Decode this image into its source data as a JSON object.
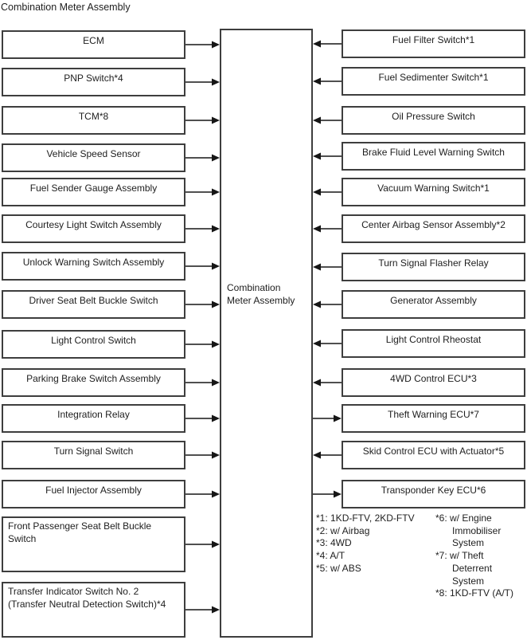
{
  "title": "Combination Meter Assembly",
  "center": {
    "label": "Combination Meter Assembly"
  },
  "left_column": [
    {
      "label": "ECM",
      "arrow": "to-center"
    },
    {
      "label": "PNP Switch*4",
      "arrow": "to-center"
    },
    {
      "label": "TCM*8",
      "arrow": "to-center"
    },
    {
      "label": "Vehicle Speed Sensor",
      "arrow": "to-center"
    },
    {
      "label": "Fuel Sender Gauge Assembly",
      "arrow": "to-center"
    },
    {
      "label": "Courtesy Light Switch Assembly",
      "arrow": "to-center"
    },
    {
      "label": "Unlock Warning Switch Assembly",
      "arrow": "to-center"
    },
    {
      "label": "Driver Seat Belt Buckle Switch",
      "arrow": "to-center"
    },
    {
      "label": "Light Control Switch",
      "arrow": "to-center"
    },
    {
      "label": "Parking Brake Switch Assembly",
      "arrow": "to-center"
    },
    {
      "label": "Integration Relay",
      "arrow": "to-center"
    },
    {
      "label": "Turn Signal Switch",
      "arrow": "to-center"
    },
    {
      "label": "Fuel Injector Assembly",
      "arrow": "to-center"
    },
    {
      "label": "Front Passenger Seat Belt Buckle Switch",
      "arrow": "to-center",
      "multiline": true
    },
    {
      "label": "Transfer Indicator Switch No. 2 (Transfer Neutral Detection Switch)*4",
      "arrow": "to-center",
      "multiline": true
    }
  ],
  "right_column": [
    {
      "label": "Fuel Filter Switch*1",
      "arrow": "to-center"
    },
    {
      "label": "Fuel Sedimenter Switch*1",
      "arrow": "to-center"
    },
    {
      "label": "Oil Pressure Switch",
      "arrow": "to-center"
    },
    {
      "label": "Brake Fluid Level Warning Switch",
      "arrow": "to-center"
    },
    {
      "label": "Vacuum Warning Switch*1",
      "arrow": "to-center"
    },
    {
      "label": "Center Airbag Sensor Assembly*2",
      "arrow": "to-center"
    },
    {
      "label": "Turn Signal Flasher Relay",
      "arrow": "to-center"
    },
    {
      "label": "Generator Assembly",
      "arrow": "to-center"
    },
    {
      "label": "Light Control Rheostat",
      "arrow": "to-center"
    },
    {
      "label": "4WD Control ECU*3",
      "arrow": "to-center"
    },
    {
      "label": "Theft Warning ECU*7",
      "arrow": "from-center"
    },
    {
      "label": "Skid Control ECU with Actuator*5",
      "arrow": "to-center"
    },
    {
      "label": "Transponder Key ECU*6",
      "arrow": "from-center"
    }
  ],
  "footnotes_left": [
    "*1: 1KD-FTV, 2KD-FTV",
    "*2: w/ Airbag",
    "*3: 4WD",
    "*4: A/T",
    "*5: w/ ABS"
  ],
  "footnotes_right": [
    {
      "text": "*6: w/ Engine",
      "indent": false
    },
    {
      "text": "Immobiliser",
      "indent": true
    },
    {
      "text": "System",
      "indent": true
    },
    {
      "text": "*7: w/ Theft",
      "indent": false
    },
    {
      "text": "Deterrent",
      "indent": true
    },
    {
      "text": "System",
      "indent": true
    },
    {
      "text": "*8: 1KD-FTV (A/T)",
      "indent": false
    }
  ],
  "colors": {
    "background": "#ffffff",
    "border": "#3e3e3e",
    "arrow": "#161616",
    "text": "#1e1e1e"
  }
}
